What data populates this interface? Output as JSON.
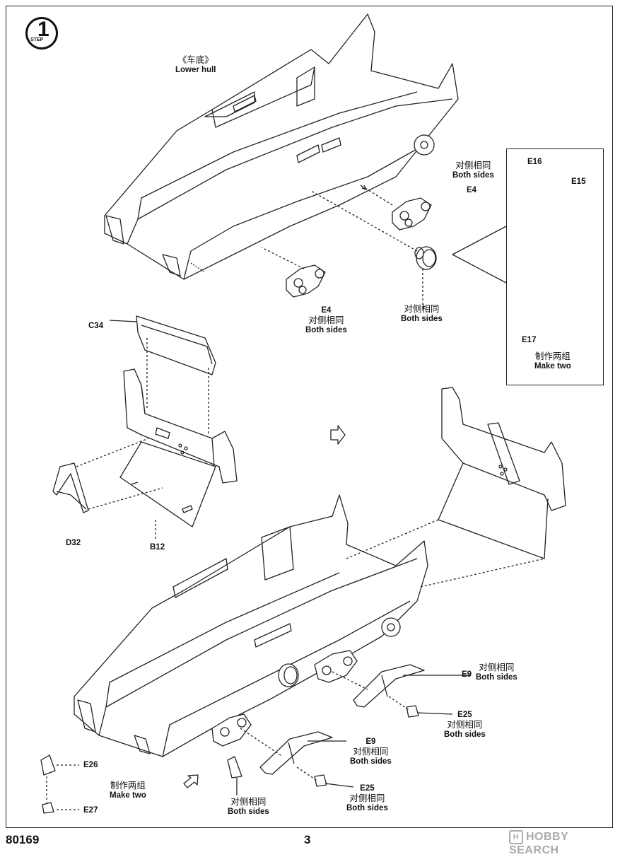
{
  "step": {
    "number": "1",
    "label": "STEP"
  },
  "labels": {
    "lower_hull": {
      "cn": "《车底》",
      "en": "Lower hull"
    },
    "e4_right": {
      "cn": "对侧相同",
      "en": "Both sides",
      "part": "E4"
    },
    "e4_left": {
      "part": "E4",
      "cn": "对侧相同",
      "en": "Both sides"
    },
    "wheel_both": {
      "cn": "对侧相同",
      "en": "Both sides"
    },
    "inset": {
      "e16": "E16",
      "e15": "E15",
      "e17": "E17",
      "cn": "制作两组",
      "en": "Make two"
    },
    "c34": "C34",
    "d32": "D32",
    "b12": "B12",
    "e9_right": {
      "part": "E9",
      "cn": "对侧相同",
      "en": "Both sides"
    },
    "e25_right": {
      "part": "E25",
      "cn": "对侧相同",
      "en": "Both sides"
    },
    "e9_lower": {
      "part": "E9",
      "cn": "对侧相同",
      "en": "Both sides"
    },
    "e25_lower": {
      "part": "E25",
      "cn": "对侧相同",
      "en": "Both sides"
    },
    "e26": "E26",
    "e27": "E27",
    "make_two": {
      "cn": "制作两组",
      "en": "Make two"
    },
    "bottom_both": {
      "cn": "对侧相同",
      "en": "Both sides"
    }
  },
  "footer": {
    "code": "80169",
    "page": "3",
    "watermark": "HOBBY SEARCH",
    "watermark_logo": "H"
  }
}
